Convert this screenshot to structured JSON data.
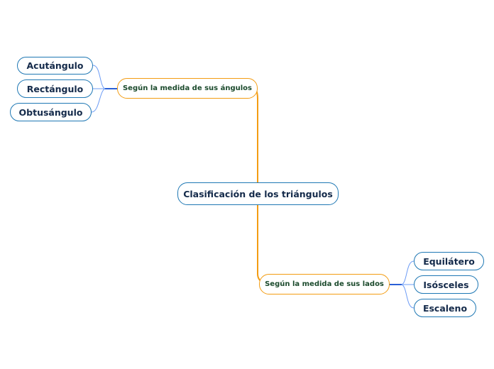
{
  "colors": {
    "main_border": "#1f78b4",
    "branch_border": "#f39c12",
    "leaf_border": "#1f78b4",
    "trunk_line": "#f39c12",
    "leaf_line": "#5b8ef0",
    "main_text": "#142a4a",
    "branch_text": "#1b4a2c"
  },
  "mindmap": {
    "central": {
      "label": "Clasificación de los triángulos"
    },
    "branches": [
      {
        "label": "Según la medida de sus ángulos",
        "children": [
          {
            "label": "Acutángulo"
          },
          {
            "label": "Rectángulo"
          },
          {
            "label": "Obtusángulo"
          }
        ]
      },
      {
        "label": "Según la medida de sus lados",
        "children": [
          {
            "label": "Equilátero"
          },
          {
            "label": "Isósceles"
          },
          {
            "label": "Escaleno"
          }
        ]
      }
    ]
  }
}
